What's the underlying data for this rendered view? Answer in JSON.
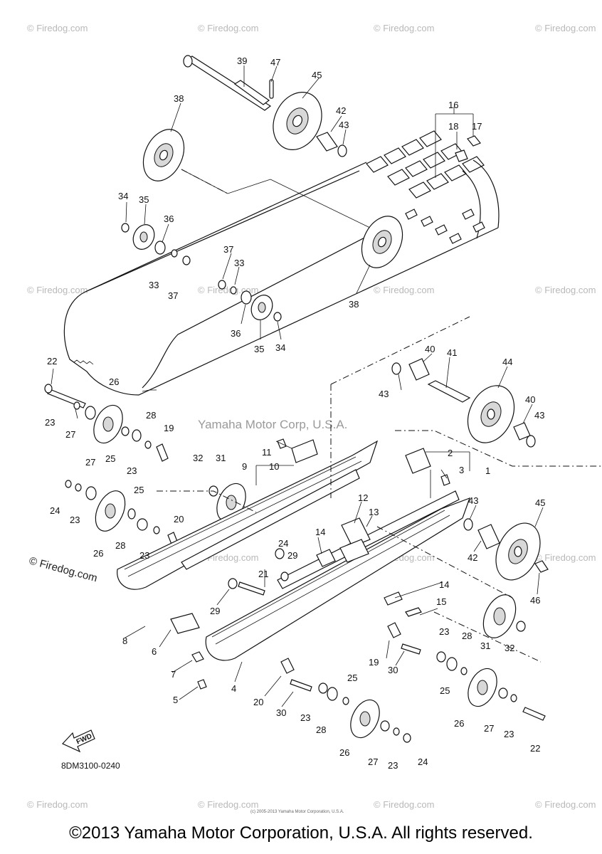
{
  "diagram": {
    "watermark_text": "© Firedog.com",
    "center_watermark": "Yamaha Motor Corp, U.S.A.",
    "firedog_label": "© Firedog.com",
    "diagram_code": "8DM3100-0240",
    "fwd_label": "FWD",
    "tiny_copyright": "(c) 2005-2013 Yamaha Motor Corporation, U.S.A.",
    "footer_text": "©2013 Yamaha Motor Corporation, U.S.A. All rights reserved.",
    "callouts": [
      "1",
      "2",
      "3",
      "4",
      "5",
      "6",
      "7",
      "8",
      "9",
      "10",
      "11",
      "12",
      "13",
      "14",
      "15",
      "16",
      "17",
      "18",
      "19",
      "20",
      "21",
      "22",
      "23",
      "24",
      "25",
      "26",
      "27",
      "28",
      "29",
      "30",
      "31",
      "32",
      "33",
      "34",
      "35",
      "36",
      "37",
      "38",
      "39",
      "40",
      "41",
      "42",
      "43",
      "44",
      "45",
      "46",
      "47"
    ]
  }
}
